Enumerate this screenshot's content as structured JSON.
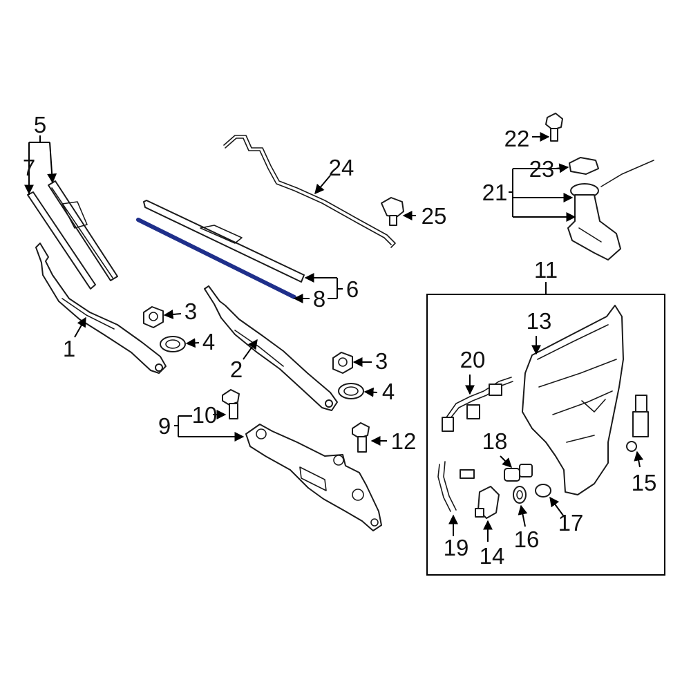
{
  "diagram": {
    "highlight_color": "#1f2f8a",
    "highlighted_callout": "8",
    "frame_label": "11",
    "callouts": [
      {
        "id": "c5",
        "text": "5"
      },
      {
        "id": "c7",
        "text": "7"
      },
      {
        "id": "c1",
        "text": "1"
      },
      {
        "id": "c3a",
        "text": "3"
      },
      {
        "id": "c4a",
        "text": "4"
      },
      {
        "id": "c2",
        "text": "2"
      },
      {
        "id": "c3b",
        "text": "3"
      },
      {
        "id": "c4b",
        "text": "4"
      },
      {
        "id": "c24",
        "text": "24"
      },
      {
        "id": "c25",
        "text": "25"
      },
      {
        "id": "c6",
        "text": "6"
      },
      {
        "id": "c8",
        "text": "8"
      },
      {
        "id": "c22",
        "text": "22"
      },
      {
        "id": "c23",
        "text": "23"
      },
      {
        "id": "c21",
        "text": "21"
      },
      {
        "id": "c11",
        "text": "11"
      },
      {
        "id": "c13",
        "text": "13"
      },
      {
        "id": "c20",
        "text": "20"
      },
      {
        "id": "c9",
        "text": "9"
      },
      {
        "id": "c10",
        "text": "10"
      },
      {
        "id": "c12",
        "text": "12"
      },
      {
        "id": "c18",
        "text": "18"
      },
      {
        "id": "c15",
        "text": "15"
      },
      {
        "id": "c19",
        "text": "19"
      },
      {
        "id": "c14",
        "text": "14"
      },
      {
        "id": "c16",
        "text": "16"
      },
      {
        "id": "c17",
        "text": "17"
      }
    ]
  }
}
